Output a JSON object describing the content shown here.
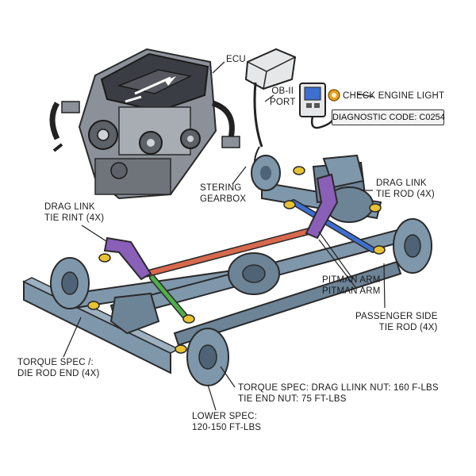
{
  "labels": {
    "ecu": "ECU",
    "obd_port": [
      "OB-II",
      "PORT"
    ],
    "check_engine": "CHECK ENGINE LIGHT",
    "diagnostic_code": "DIAGNOSTIC CODE: C0254",
    "steering_gearbox": [
      "STERING",
      "GEARBOX"
    ],
    "drag_link_tie_rod_right": [
      "DRAG LINK",
      "TIE ROD (4x)"
    ],
    "drag_link_tie_rint_left": [
      "DRAG LINK",
      "TIE RINT (4x)"
    ],
    "pitman_arm": [
      "PITMAN ARM",
      "PITMAN ARM"
    ],
    "passenger_side": [
      "PASSENGER SIDE",
      "TIE ROD (4x)"
    ],
    "torque_spec_left": [
      "TORQUE SPEC /:",
      "DIE ROD END (4x)"
    ],
    "torque_spec_drag": [
      "TORQUE SPEC: DRAG LLINK NUT: 160 F-LBS",
      "TIE END NUT: 75 FT-LBS"
    ],
    "lower_spec": [
      "LOWER SPEC:",
      "120-150 FT-LBS"
    ]
  },
  "colors": {
    "axle": "#7f97aa",
    "axle_dark": "#4e6376",
    "drag_link": "#8a5fb8",
    "tie_rod_red": "#d9694e",
    "tie_rod_green": "#4fae4a",
    "tie_rod_blue": "#3d6fd0",
    "joint_yellow": "#e8c233",
    "engine_dark": "#3a3e44",
    "engine_mid": "#8c9199",
    "check_engine": "#e8a020",
    "leader": "#222222"
  }
}
